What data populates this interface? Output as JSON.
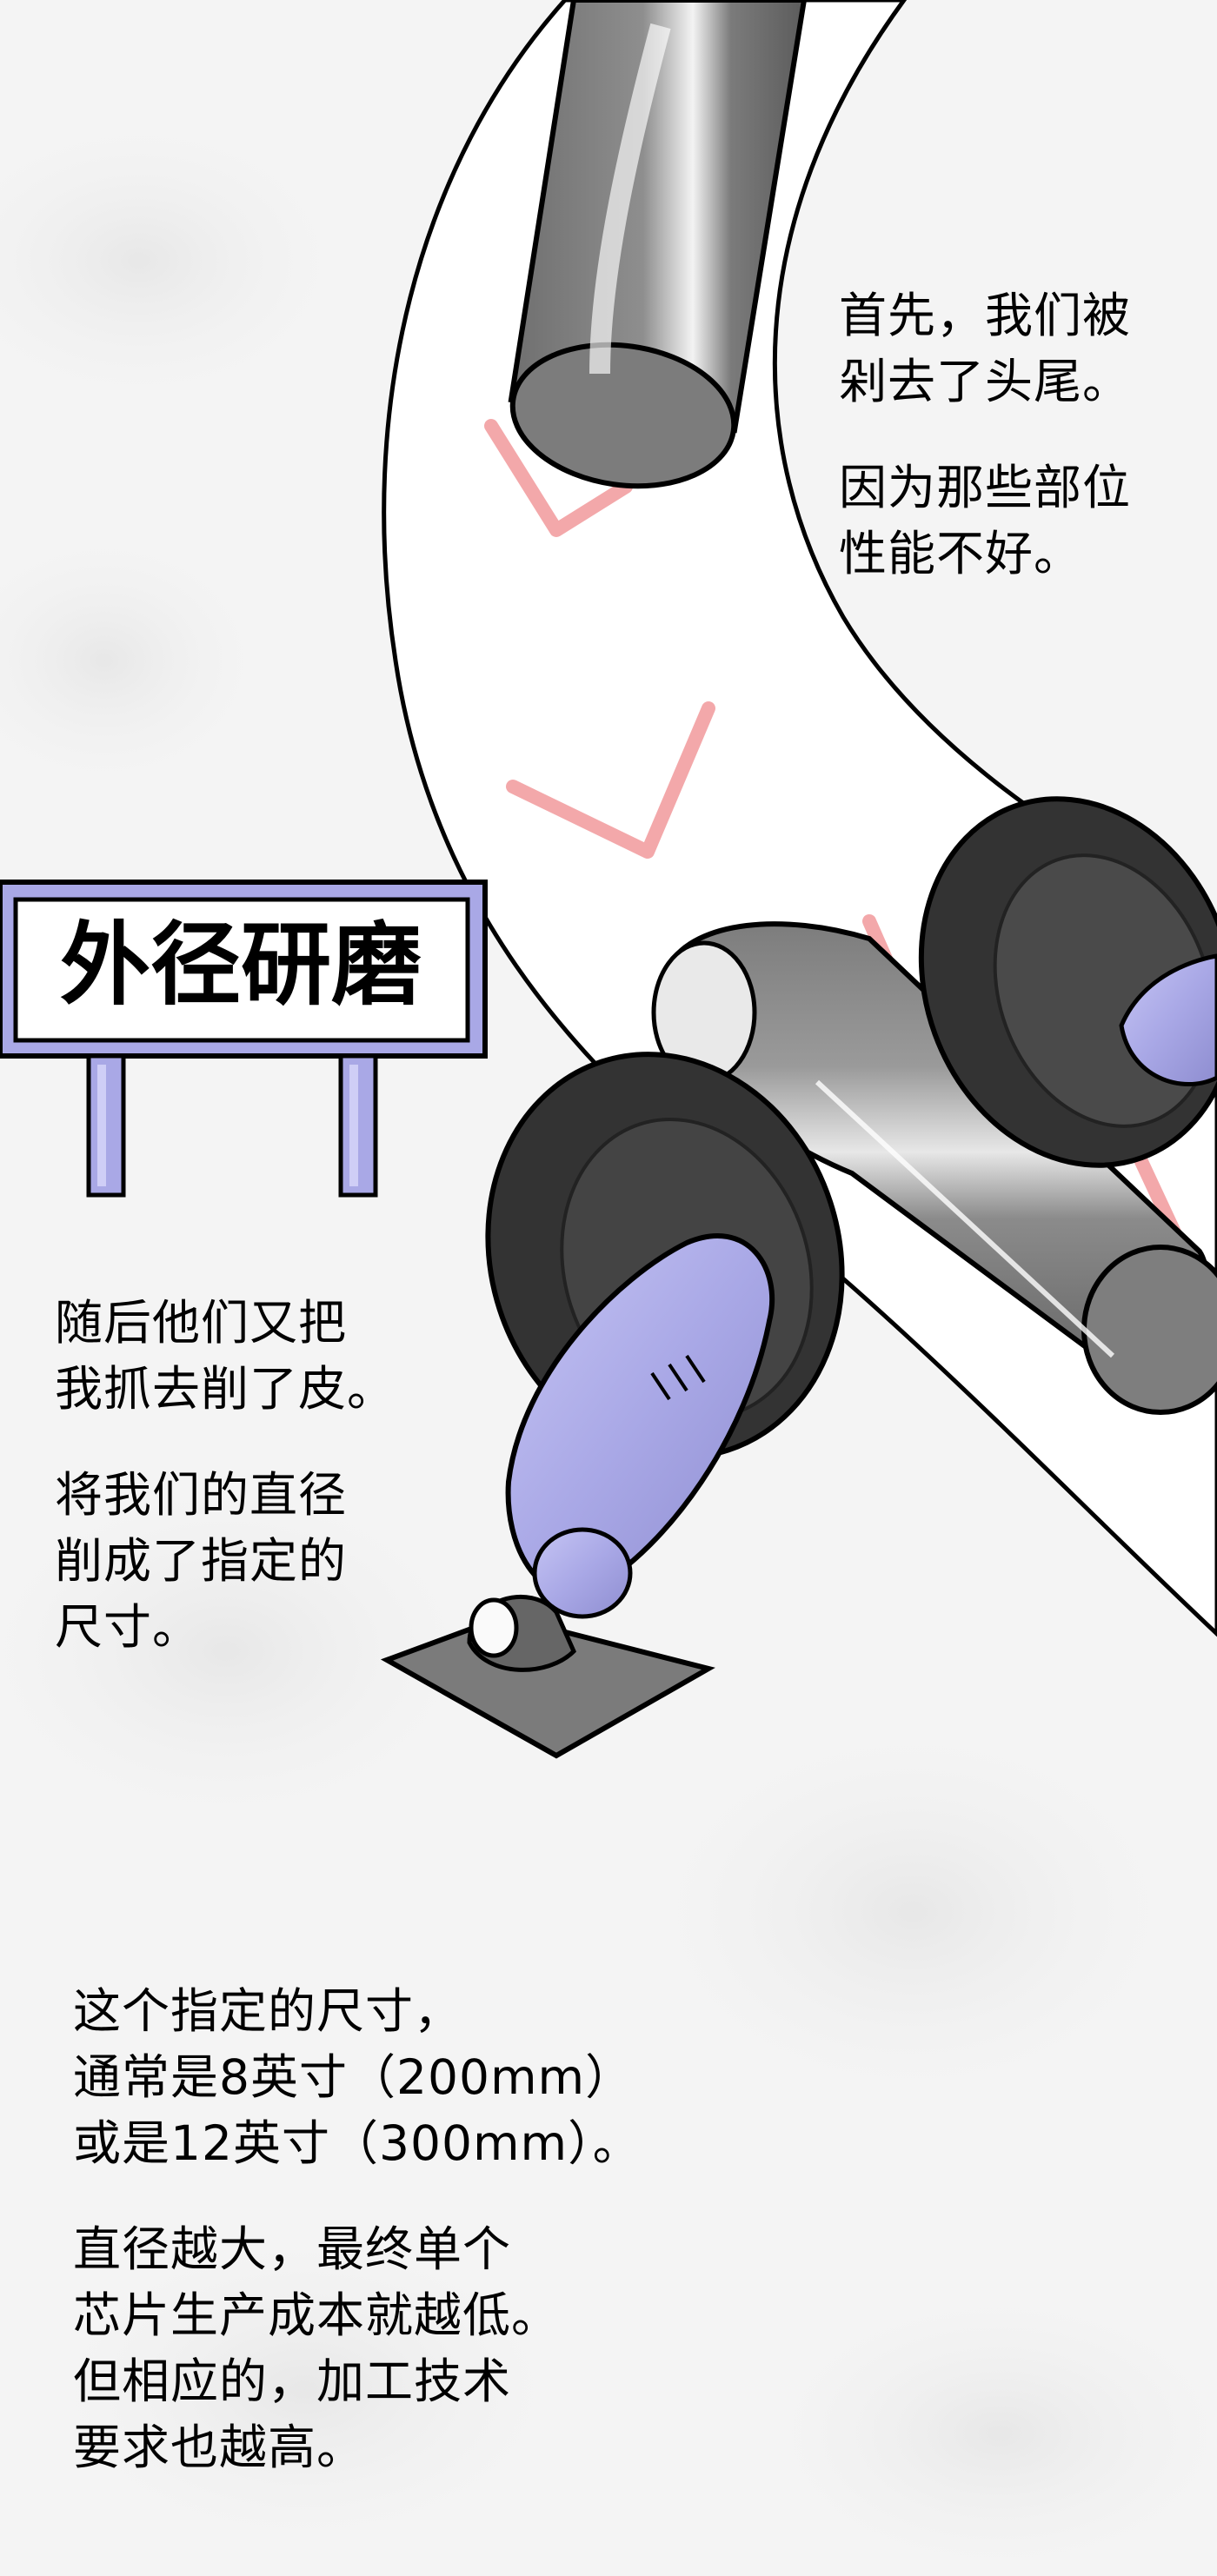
{
  "sign": {
    "title": "外径研磨"
  },
  "captions": {
    "top_right": {
      "p1_l1": "首先，我们被",
      "p1_l2": "剁去了头尾。",
      "p2_l1": "因为那些部位",
      "p2_l2": "性能不好。"
    },
    "middle_left": {
      "p1_l1": "随后他们又把",
      "p1_l2": "我抓去削了皮。",
      "p2_l1": "将我们的直径",
      "p2_l2": "削成了指定的",
      "p2_l3": "尺寸。"
    },
    "bottom": {
      "p1_l1": "这个指定的尺寸，",
      "p1_l2": "通常是8英寸（200mm）",
      "p1_l3": "或是12英寸（300mm）。",
      "p2_l1": "直径越大，最终单个",
      "p2_l2": "芯片生产成本就越低。",
      "p2_l3": "但相应的，加工技术",
      "p2_l4": "要求也越高。"
    }
  },
  "colors": {
    "background": "#f4f4f4",
    "ink": "#000000",
    "ingot_gray": "#8f8f8f",
    "wheel_black": "#333333",
    "holder_lavender": "#a9a8e6",
    "accent_pink": "#f1999b"
  }
}
